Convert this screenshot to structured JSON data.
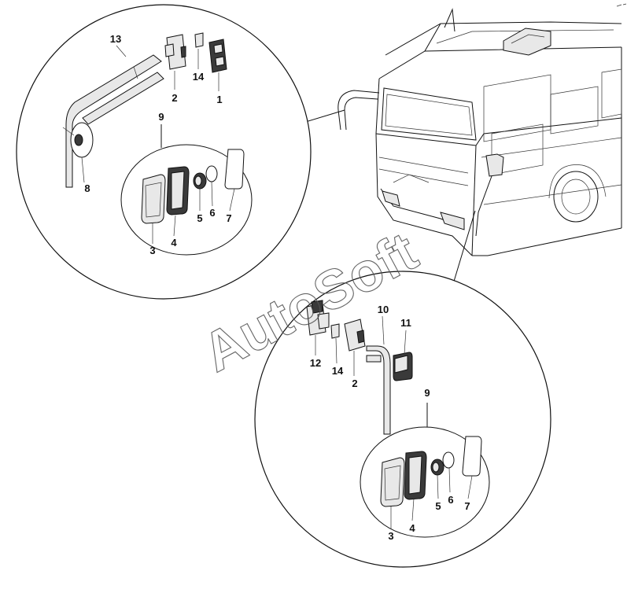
{
  "diagram": {
    "watermark": "AutoSoft",
    "upper_detail": {
      "callouts": [
        "13",
        "14",
        "2",
        "1",
        "9",
        "8",
        "3",
        "4",
        "5",
        "6",
        "7"
      ]
    },
    "lower_detail": {
      "callouts": [
        "10",
        "11",
        "12",
        "14",
        "2",
        "9",
        "5",
        "6",
        "7",
        "3",
        "4"
      ]
    }
  }
}
